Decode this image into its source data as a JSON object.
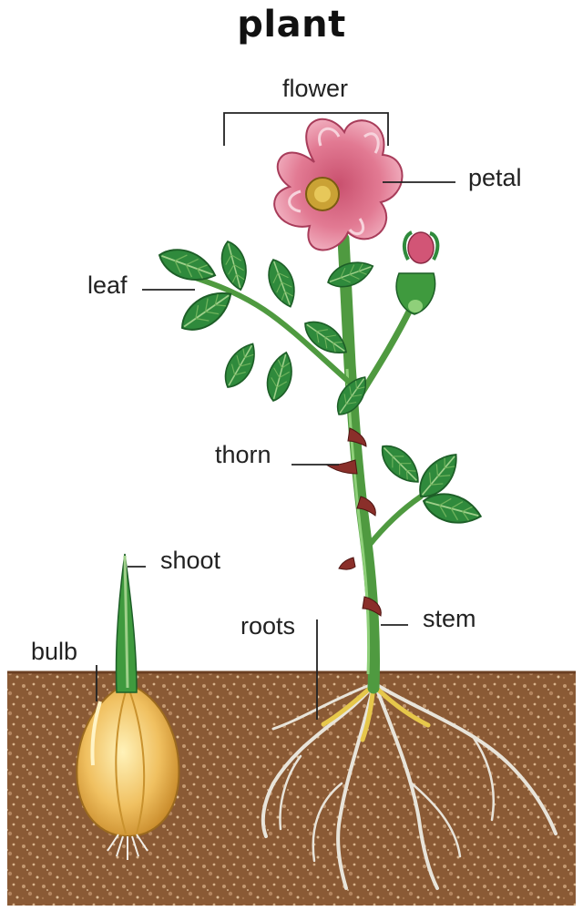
{
  "title": "plant",
  "labels": {
    "flower": "flower",
    "petal": "petal",
    "leaf": "leaf",
    "thorn": "thorn",
    "shoot": "shoot",
    "bulb": "bulb",
    "roots": "roots",
    "stem": "stem"
  },
  "colors": {
    "soil": "#8a5a35",
    "petal": "#e27a93",
    "leaf": "#2f8a3c",
    "stem": "#5aa54a",
    "bulb": "#f0c060",
    "root": "#e8e4da"
  }
}
